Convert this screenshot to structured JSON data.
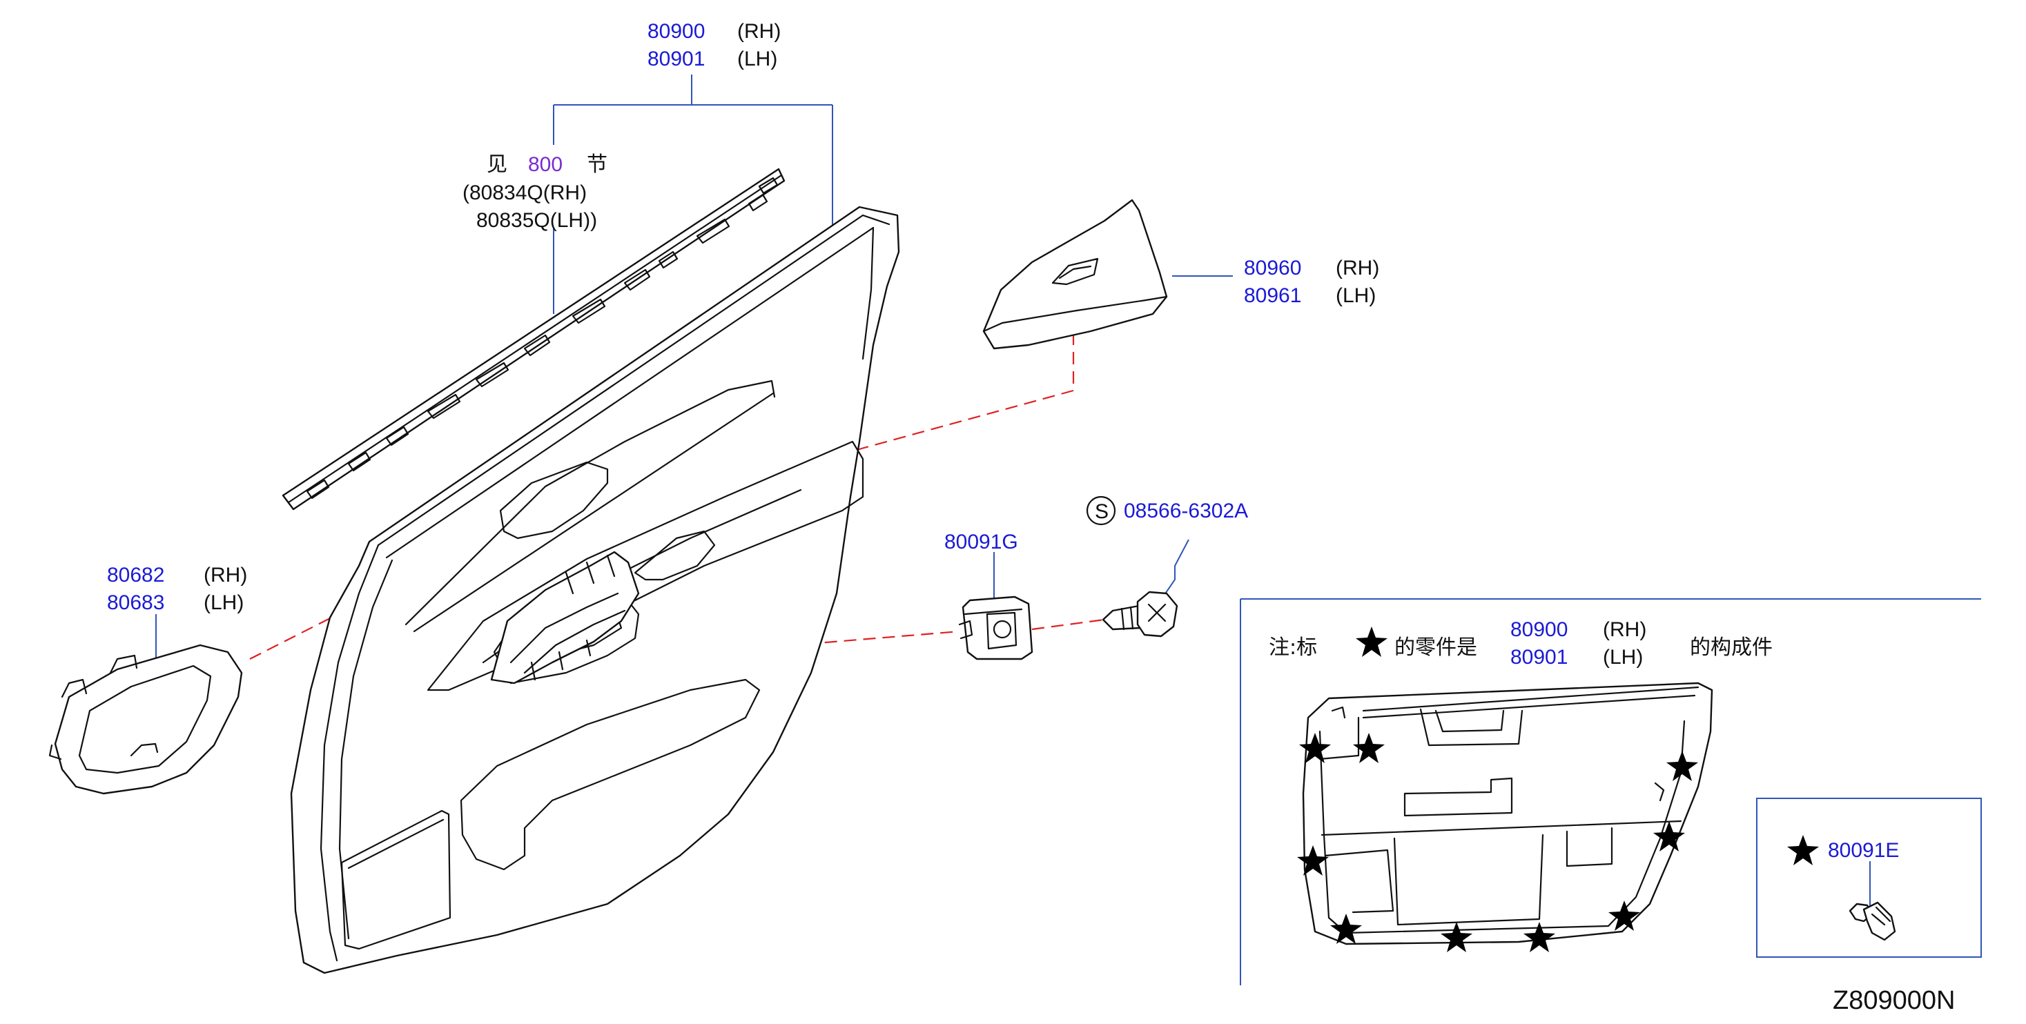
{
  "diagram_code": "Z809000N",
  "colors": {
    "part_number": "#1a1ad6",
    "section_ref": "#7a2bd1",
    "leader": "#2f55b8",
    "dash": "#e02020"
  },
  "callouts": {
    "trim_rh": {
      "number": "80900",
      "side": "(RH)"
    },
    "trim_lh": {
      "number": "80901",
      "side": "(LH)"
    },
    "see_section": {
      "prefix": "见",
      "ref": "800",
      "suffix": "节"
    },
    "weatherstrip_rh": "(80834Q(RH)",
    "weatherstrip_lh": "80835Q(LH))",
    "switch_rh": {
      "number": "80960",
      "side": "(RH)"
    },
    "switch_lh": {
      "number": "80961",
      "side": "(LH)"
    },
    "escutcheon_rh": {
      "number": "80682",
      "side": "(RH)"
    },
    "escutcheon_lh": {
      "number": "80683",
      "side": "(LH)"
    },
    "clip": {
      "number": "80091G"
    },
    "screw": {
      "symbol": "S",
      "number": "08566-6302A"
    }
  },
  "inset": {
    "note_prefix": "注:标",
    "note_middle": "的零件是",
    "note_rh": {
      "number": "80900",
      "side": "(RH)"
    },
    "note_lh": {
      "number": "80901",
      "side": "(LH)"
    },
    "note_suffix": "的构成件",
    "clip_part": "80091E",
    "star_icon": "star-icon"
  }
}
